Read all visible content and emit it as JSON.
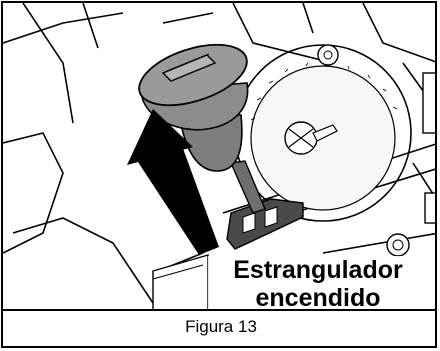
{
  "figure": {
    "callout_line1": "Estrangulador",
    "callout_line2": "encendido",
    "caption": "Figura 13"
  },
  "illustration": {
    "subject": "choke-knob",
    "arrow_direction": "up",
    "colors": {
      "knob_fill": "#8c8c8c",
      "arrow_fill": "#000000",
      "line": "#000000"
    }
  }
}
